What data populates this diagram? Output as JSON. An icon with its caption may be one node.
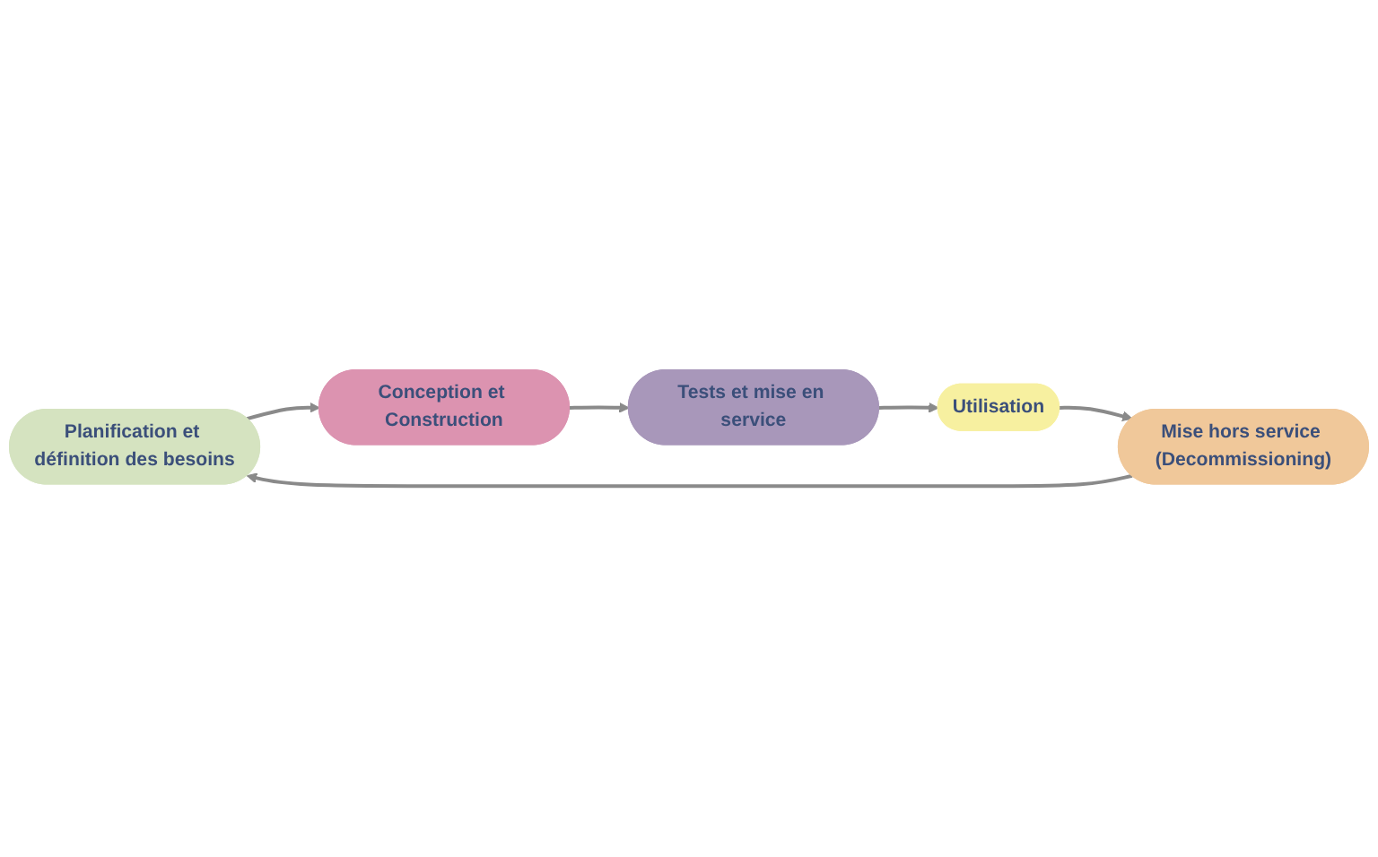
{
  "diagram": {
    "nodes": [
      {
        "text": [
          "Planification et définition des besoins"
        ]
      },
      {
        "text": [
          "Conception et Construction"
        ]
      },
      {
        "text": [
          "Tests et mise en service"
        ]
      },
      {
        "text": [
          "Utilisation"
        ]
      },
      {
        "text": [
          "Mise hors service (Decommissioning)"
        ]
      }
    ],
    "edges": [
      {
        "from": 0,
        "to": 1,
        "arrow": "to"
      },
      {
        "from": 1,
        "to": 2,
        "arrow": "to"
      },
      {
        "from": 2,
        "to": 3,
        "arrow": "to"
      },
      {
        "from": 3,
        "to": 4,
        "arrow": "to"
      },
      {
        "from": 4,
        "to": 0,
        "arrow": "to"
      }
    ]
  }
}
